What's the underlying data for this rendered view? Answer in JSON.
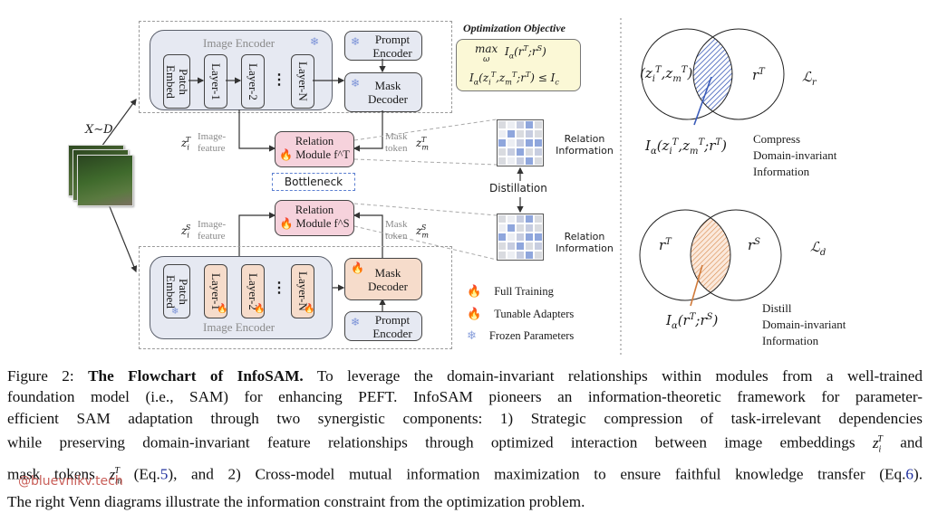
{
  "figure": {
    "input_label": "X∼D",
    "teacher": {
      "image_encoder_label": "Image Encoder",
      "layers": [
        "Patch Embed",
        "Layer-1",
        "Layer-2",
        "Layer-N"
      ],
      "ellipsis": "⋮",
      "prompt_encoder": "Prompt Encoder",
      "mask_decoder": "Mask Decoder",
      "image_feature_label": "Image-feature",
      "image_feature_symbol": "z_i^T",
      "mask_token_label": "Mask token",
      "mask_token_symbol": "z_m^T",
      "relation_module_line1": "Relation",
      "relation_module_line2": "Module f^T"
    },
    "bottleneck_label": "Bottleneck",
    "student": {
      "image_encoder_label": "Image Encoder",
      "layers": [
        "Patch Embed",
        "Layer-1",
        "Layer-2",
        "Layer-N"
      ],
      "prompt_encoder": "Prompt Encoder",
      "mask_decoder": "Mask Decoder",
      "image_feature_label": "Image-feature",
      "image_feature_symbol": "z_i^S",
      "mask_token_label": "Mask token",
      "mask_token_symbol": "z_m^S",
      "relation_module_line1": "Relation",
      "relation_module_line2": "Module f^S"
    },
    "objective": {
      "title": "Optimization Objective",
      "line1": "max_ω I_α(r^T; r^S)",
      "line2": "I_α(z_i^T, z_m^T; r^T) ≤ I_c"
    },
    "relation_info_label_top": "Relation Information",
    "relation_info_label_bottom": "Relation Information",
    "distillation_label": "Distillation",
    "relation_matrix": [
      [
        1,
        0,
        2,
        3,
        1
      ],
      [
        0,
        3,
        1,
        2,
        1
      ],
      [
        3,
        0,
        2,
        3,
        3
      ],
      [
        1,
        2,
        3,
        1,
        2
      ],
      [
        1,
        0,
        2,
        3,
        1
      ]
    ],
    "relation_colors": [
      "#eceef3",
      "#d9dbe0",
      "#c7cde0",
      "#8fa6dc"
    ],
    "legend": [
      {
        "icon": "fire-icon",
        "label": "Full Training",
        "color": "#e0402e"
      },
      {
        "icon": "fire-icon",
        "label": "Tunable Adapters",
        "color": "#c8331f"
      },
      {
        "icon": "snowflake-icon",
        "label": "Frozen Parameters",
        "color": "#8aa0dc"
      }
    ],
    "venn_top": {
      "left_label": "(z_i^T, z_m^T)",
      "right_label": "r^T",
      "loss_label": "ℒ_r",
      "intersection_label": "I_α(z_i^T, z_m^T; r^T)",
      "description": [
        "Compress",
        "Domain-invariant",
        "Information"
      ],
      "hatch_color": "#3a5bb8"
    },
    "venn_bottom": {
      "left_label": "r^T",
      "right_label": "r^S",
      "loss_label": "ℒ_d",
      "intersection_label": "I_α(r^T; r^S)",
      "description": [
        "Distill",
        "Domain-invariant",
        "Information"
      ],
      "hatch_color": "#d88a4e"
    }
  },
  "caption": {
    "prefix": "Figure 2:",
    "bold_title": "The Flowchart of InfoSAM.",
    "lines": [
      "To leverage the domain-invariant relationships within modules from a well-trained",
      "foundation model (i.e., SAM) for enhancing PEFT. InfoSAM pioneers an information-theoretic framework for parameter-",
      "efficient SAM adaptation through two synergistic components: 1) Strategic compression of task-irrelevant dependencies",
      "while preserving domain-invariant feature relationships through optimized interaction between image embeddings",
      "mask tokens",
      "(Eq.",
      "5",
      "), and 2) Cross-model mutual information maximization to ensure faithful knowledge transfer (Eq.",
      "6",
      ").",
      "The right Venn diagrams illustrate the information constraint from the optimization problem."
    ],
    "and_word": "and"
  },
  "watermark": "@bluevnikv.tech"
}
